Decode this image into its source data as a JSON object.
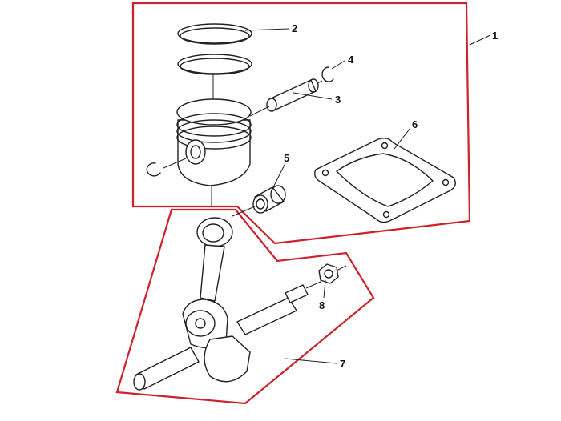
{
  "colors": {
    "frame": "#d0202a",
    "line": "#222222",
    "background": "#ffffff"
  },
  "callouts": {
    "c1": "1",
    "c2": "2",
    "c3": "3",
    "c4": "4",
    "c5": "5",
    "c6": "6",
    "c7": "7",
    "c8": "8"
  }
}
